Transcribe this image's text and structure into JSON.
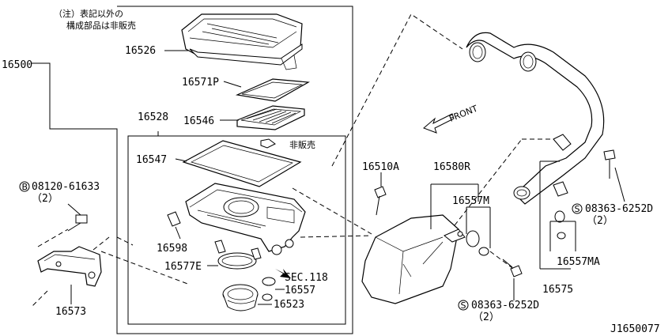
{
  "note": {
    "line1": "（注）表記以外の",
    "line2": "構成部品は非販売"
  },
  "not_sold_label": "非販売",
  "front_label": "FRONT",
  "diagram_code": "J1650077",
  "parts": {
    "p16500": "16500",
    "p16526": "16526",
    "p16571P": "16571P",
    "p16546": "16546",
    "p16528": "16528",
    "p16547": "16547",
    "p16598": "16598",
    "p16577E": "16577E",
    "p16557_left": "16557",
    "p16523": "16523",
    "sec118": "SEC.118",
    "bolt_left": "08120-61633",
    "bolt_left_qty": "（2）",
    "p16573": "16573",
    "p16510A": "16510A",
    "p16580R": "16580R",
    "p16557M": "16557M",
    "screw_right": "08363-6252D",
    "screw_right_qty": "（2）",
    "screw_bottom": "08363-6252D",
    "screw_bottom_qty": "（2）",
    "p16557MA": "16557MA",
    "p16575": "16575"
  },
  "symbols": {
    "b_marker": "B",
    "s_marker_right": "S",
    "s_marker_bottom": "S"
  }
}
